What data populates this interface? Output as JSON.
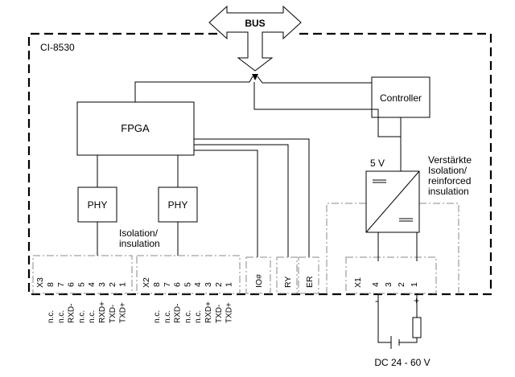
{
  "device": "CI-8530",
  "bus": "BUS",
  "fpga": "FPGA",
  "controller": "Controller",
  "phy1": "PHY",
  "phy2": "PHY",
  "isolation_label": [
    "Isolation/",
    "insulation"
  ],
  "supply_voltage": "5 V",
  "reinforced_label": [
    "Verstärkte",
    "Isolation/",
    "reinforced",
    "insulation"
  ],
  "connectors": {
    "x3": {
      "name": "X3",
      "pins": [
        "8",
        "7",
        "6",
        "5",
        "4",
        "3",
        "2",
        "1"
      ],
      "signals": [
        "n.c.",
        "n.c.",
        "RXD-",
        "n.c.",
        "n.c.",
        "RXD+",
        "TXD-",
        "TXD+"
      ]
    },
    "x2": {
      "name": "X2",
      "pins": [
        "8",
        "7",
        "6",
        "5",
        "4",
        "3",
        "2",
        "1"
      ],
      "signals": [
        "n.c.",
        "n.c.",
        "RXD-",
        "n.c.",
        "n.c.",
        "RXD+",
        "TXD-",
        "TXD+"
      ]
    },
    "io": "IO#",
    "ry": "RY",
    "er": "ER",
    "x1": {
      "name": "X1",
      "pins": [
        "4",
        "3",
        "2",
        "1"
      ]
    }
  },
  "polarity": {
    "minus": "-",
    "plus": "+"
  },
  "dc_label": "DC 24 - 60 V"
}
